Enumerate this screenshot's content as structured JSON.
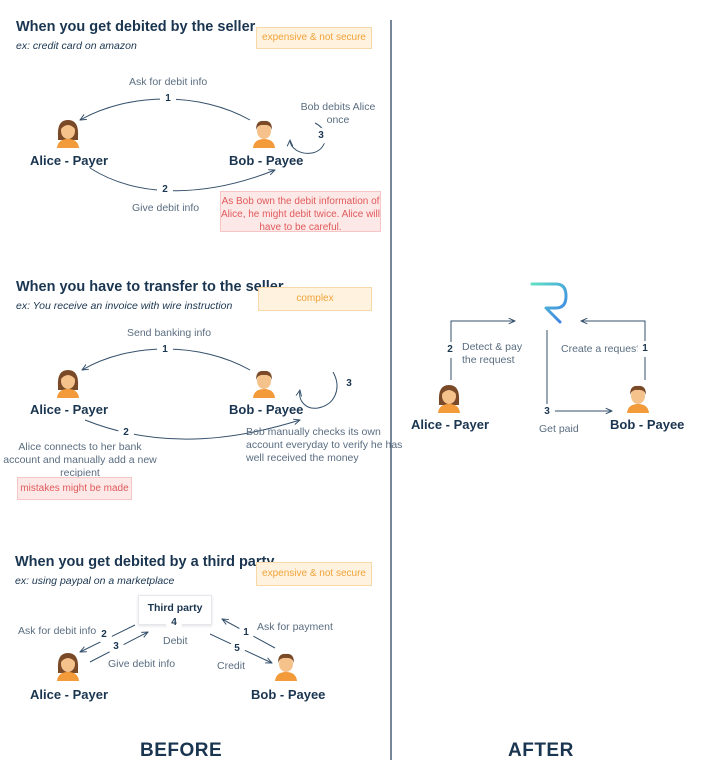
{
  "s1": {
    "title": "When you get debited by the seller",
    "example": "ex: credit card on amazon",
    "tag": "expensive & not secure",
    "step1": "Ask for debit info",
    "step2": "Give debit info",
    "step3": "Bob debits Alice once",
    "alice": "Alice - Payer",
    "bob": "Bob - Payee",
    "warning": "As Bob own the debit information of Alice, he might debit twice. Alice will have to be careful.",
    "n1": "1",
    "n2": "2",
    "n3": "3"
  },
  "s2": {
    "title": "When you have to transfer to the seller",
    "example": "ex: You receive an invoice with wire instruction",
    "tag": "complex",
    "step1": "Send banking info",
    "alice": "Alice - Payer",
    "bob": "Bob - Payee",
    "alice_note": "Alice connects to her bank account and manually add a new recipient",
    "bob_note": "Bob manually checks its own account everyday to verify he has well received the money",
    "warning": "mistakes might be made",
    "n1": "1",
    "n2": "2",
    "n3": "3"
  },
  "s3": {
    "title": "When you get debited by a third party",
    "example": "ex: using paypal on a marketplace",
    "tag": "expensive & not secure",
    "third_party": "Third party",
    "step1": "Ask for payment",
    "step2": "Ask for debit info",
    "step3": "Give debit info",
    "step4": "Debit",
    "step5": "Credit",
    "alice": "Alice - Payer",
    "bob": "Bob - Payee",
    "n1": "1",
    "n2": "2",
    "n3": "3",
    "n4": "4",
    "n5": "5"
  },
  "after": {
    "step1": "Create a request",
    "step2": "Detect & pay the request",
    "step3": "Get paid",
    "alice": "Alice - Payer",
    "bob": "Bob - Payee",
    "n1": "1",
    "n2": "2",
    "n3": "3"
  },
  "footer": {
    "before": "BEFORE",
    "after": "AFTER"
  },
  "colors": {
    "text": "#1a3550",
    "line": "#34506b",
    "orange_tag": "#f0a23a",
    "red_tag": "#e05a5a",
    "logo_start": "#5fe0c6",
    "logo_end": "#3a7be8"
  },
  "icons": {
    "alice": "female-user-icon",
    "bob": "male-user-icon",
    "logo": "request-network-logo"
  }
}
